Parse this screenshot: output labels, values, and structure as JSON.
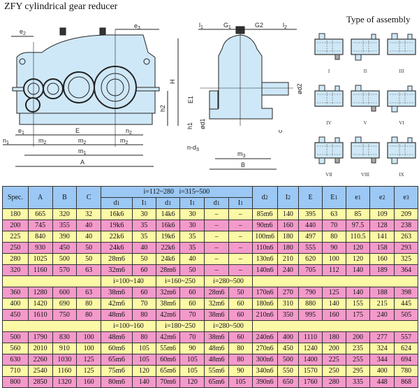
{
  "page": {
    "title": "ZFY cylindrical gear reducer",
    "assembly_title": "Type of assembly"
  },
  "drawing": {
    "front_labels": [
      "e2",
      "e3",
      "H",
      "h2",
      "E1",
      "h1",
      "ød1",
      "e1",
      "E",
      "n2",
      "n1",
      "m2",
      "m2",
      "m2",
      "m1",
      "A"
    ],
    "side_labels": [
      "l1",
      "G1",
      "G2",
      "l2",
      "ød2",
      "c",
      "n-d3",
      "m3",
      "B"
    ],
    "fill_color": "#cfe8f7"
  },
  "assembly_types": [
    "I",
    "II",
    "III",
    "IV",
    "V",
    "VI",
    "VII",
    "VIII",
    "IX"
  ],
  "table": {
    "colors": {
      "header": "#9cc8f5",
      "yellow": "#fcf9a6",
      "pink": "#f49acb"
    },
    "headers": {
      "spec": "Spec.",
      "A": "A",
      "B": "B",
      "C": "C",
      "ratio_group_1": "i=112~280   i=315~500",
      "sub": [
        "d1",
        "l1",
        "d1",
        "l1",
        "d1",
        "l1"
      ],
      "d2": "d2",
      "l2": "l2",
      "E": "E",
      "E1": "E1",
      "e1": "e1",
      "e2": "e2",
      "e3": "e3"
    },
    "group1": {
      "rows": [
        [
          "180",
          "665",
          "320",
          "32",
          "16k6",
          "30",
          "14k6",
          "30",
          "–",
          "–",
          "85m6",
          "140",
          "395",
          "63",
          "85",
          "109",
          "209"
        ],
        [
          "200",
          "745",
          "355",
          "40",
          "19k6",
          "35",
          "16k6",
          "30",
          "–",
          "–",
          "90m6",
          "160",
          "440",
          "70",
          "97.5",
          "128",
          "238"
        ],
        [
          "225",
          "840",
          "390",
          "40",
          "22k6",
          "35",
          "19k6",
          "35",
          "–",
          "–",
          "100m6",
          "180",
          "497",
          "80",
          "110.5",
          "141",
          "263"
        ],
        [
          "250",
          "930",
          "450",
          "50",
          "24k6",
          "40",
          "22k6",
          "35",
          "–",
          "–",
          "110n6",
          "180",
          "555",
          "90",
          "120",
          "158",
          "293"
        ],
        [
          "280",
          "1025",
          "500",
          "50",
          "28m6",
          "50",
          "24k6",
          "40",
          "–",
          "–",
          "130n6",
          "210",
          "620",
          "100",
          "120",
          "160",
          "325"
        ],
        [
          "320",
          "1160",
          "570",
          "63",
          "32m6",
          "60",
          "28m6",
          "50",
          "–",
          "–",
          "140n6",
          "240",
          "705",
          "112",
          "140",
          "189",
          "364"
        ]
      ]
    },
    "group2": {
      "ratios": [
        "i=100~140",
        "i=160~250",
        "i=280~500"
      ],
      "rows": [
        [
          "360",
          "1280",
          "600",
          "63",
          "38m6",
          "60",
          "32m6",
          "60",
          "28m6",
          "50",
          "170n6",
          "270",
          "790",
          "125",
          "140",
          "188",
          "398"
        ],
        [
          "400",
          "1420",
          "690",
          "80",
          "42m6",
          "70",
          "38m6",
          "60",
          "32m6",
          "60",
          "180n6",
          "310",
          "880",
          "140",
          "155",
          "215",
          "445"
        ],
        [
          "450",
          "1610",
          "750",
          "80",
          "48m6",
          "80",
          "42m6",
          "70",
          "38m6",
          "60",
          "210n6",
          "350",
          "995",
          "160",
          "175",
          "240",
          "505"
        ]
      ]
    },
    "group3": {
      "ratios": [
        "i=100~160",
        "i=180~250",
        "i=280~500"
      ],
      "rows": [
        [
          "500",
          "1790",
          "830",
          "100",
          "48m6",
          "80",
          "42m6",
          "70",
          "38m6",
          "60",
          "240n6",
          "400",
          "1110",
          "180",
          "200",
          "277",
          "557"
        ],
        [
          "560",
          "2010",
          "910",
          "100",
          "60m6",
          "105",
          "55m6",
          "90",
          "48m6",
          "80",
          "270n6",
          "450",
          "1240",
          "200",
          "235",
          "324",
          "624"
        ],
        [
          "630",
          "2260",
          "1030",
          "125",
          "65m6",
          "105",
          "60m6",
          "105",
          "48m6",
          "80",
          "300n6",
          "500",
          "1400",
          "225",
          "255",
          "344",
          "694"
        ],
        [
          "710",
          "2540",
          "1160",
          "125",
          "75m6",
          "120",
          "65m6",
          "105",
          "55m6",
          "90",
          "340n6",
          "550",
          "1570",
          "250",
          "295",
          "400",
          "780"
        ],
        [
          "800",
          "2850",
          "1320",
          "160",
          "80m6",
          "140",
          "70m6",
          "120",
          "65m6",
          "105",
          "390n6",
          "650",
          "1760",
          "280",
          "335",
          "448",
          "868"
        ]
      ]
    }
  }
}
